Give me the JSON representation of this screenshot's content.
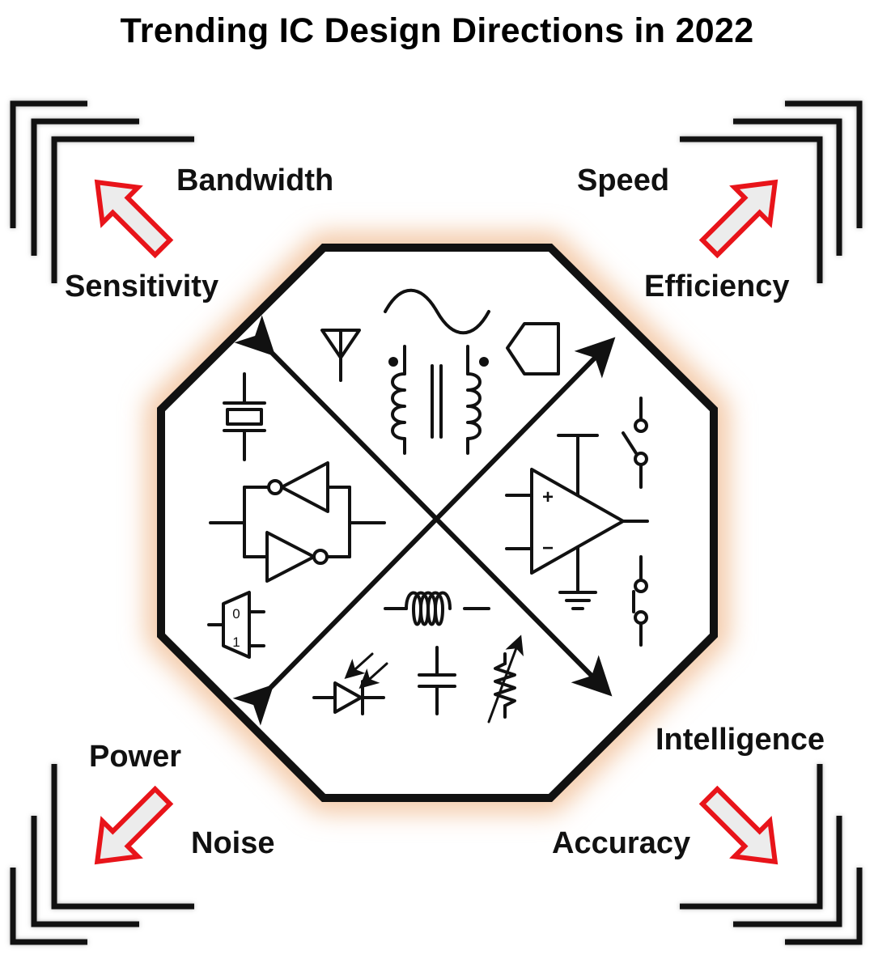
{
  "title": "Trending IC Design Directions in 2022",
  "corners": {
    "top_left": {
      "upper": "Bandwidth",
      "lower": "Sensitivity",
      "arrow_direction": "up-left"
    },
    "top_right": {
      "upper": "Speed",
      "lower": "Efficiency",
      "arrow_direction": "up-right"
    },
    "bottom_left": {
      "upper": "Power",
      "lower": "Noise",
      "arrow_direction": "down-left"
    },
    "bottom_right": {
      "upper": "Intelligence",
      "lower": "Accuracy",
      "arrow_direction": "down-right"
    }
  },
  "mux_labels": {
    "top": "0",
    "bottom": "1"
  },
  "opamp_labels": {
    "plus": "+",
    "minus": "−"
  },
  "colors": {
    "arrow_outline": "#e8141a",
    "arrow_fill": "#ececec",
    "glow": "#f2c29c",
    "frame": "#111111"
  },
  "symbols": [
    "antenna-icon",
    "sine-wave-icon",
    "transformer-icon",
    "pentagon-icon",
    "crystal-icon",
    "latch-icon",
    "mux-icon",
    "switch-icon",
    "opamp-icon",
    "ground-icon",
    "inductor-icon",
    "photodiode-icon",
    "capacitor-icon",
    "variable-resistor-icon"
  ]
}
